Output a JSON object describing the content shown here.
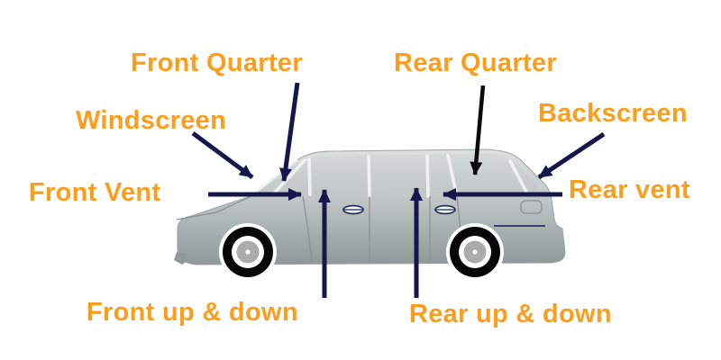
{
  "diagram": {
    "subject": "car-window-glass-parts-diagram",
    "labels": {
      "front_quarter": "Front Quarter",
      "rear_quarter": "Rear Quarter",
      "windscreen": "Windscreen",
      "backscreen": "Backscreen",
      "front_vent": "Front Vent",
      "rear_vent": "Rear vent",
      "front_up_down": "Front up & down",
      "rear_up_down": "Rear up & down"
    },
    "colors": {
      "label_text": "#FB9E1D",
      "arrow": "#16164B",
      "rear_quarter_arrow": "#0A0A0A",
      "car_body_light": "#D9DEDD",
      "car_body_dark": "#8F9897",
      "glass": "#CBD1D0",
      "background": "#FFFFFF"
    }
  }
}
